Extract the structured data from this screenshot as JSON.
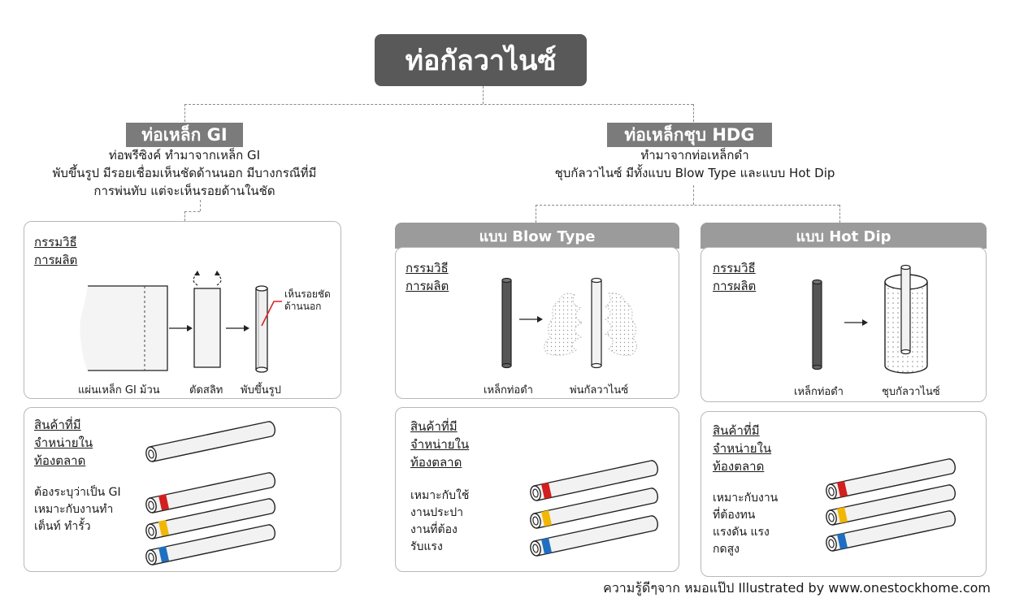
{
  "title": "ท่อกัลวาไนซ์",
  "gi": {
    "tag": "ท่อเหล็ก GI",
    "desc": [
      "ท่อพรีซิงค์ ทำมาจากเหล็ก GI",
      "พับขึ้นรูป มีรอยเชื่อมเห็นชัดด้านนอก มีบางกรณีที่มี",
      "การพ่นทับ แต่จะเห็นรอยด้านในชัด"
    ],
    "process_label": [
      "กรรมวิธี",
      "การผลิต"
    ],
    "process_captions": [
      "แผ่นเหล็ก GI ม้วน",
      "ตัดสลิท",
      "พับขึ้นรูป"
    ],
    "callout": [
      "เห็นรอยชัด",
      "ด้านนอก"
    ],
    "products_label": [
      "สินค้าที่มี",
      "จำหน่ายใน",
      "ท้องตลาด"
    ],
    "products_note": [
      "ต้องระบุว่าเป็น GI",
      "เหมาะกับงานทำ",
      "เต็นท์ ทำรั้ว"
    ]
  },
  "hdg": {
    "tag": "ท่อเหล็กชุบ HDG",
    "desc": [
      "ทำมาจากท่อเหล็กดำ",
      "ชุบกัลวาไนซ์ มีทั้งแบบ Blow Type และแบบ Hot Dip"
    ]
  },
  "blow": {
    "header": "แบบ Blow Type",
    "process_label": [
      "กรรมวิธี",
      "การผลิต"
    ],
    "process_captions": [
      "เหล็กท่อดำ",
      "พ่นกัลวาไนซ์"
    ],
    "products_label": [
      "สินค้าที่มี",
      "จำหน่ายใน",
      "ท้องตลาด"
    ],
    "products_note": [
      "เหมาะกับใช้",
      "งานประปา",
      "งานที่ต้อง",
      "รับแรง"
    ]
  },
  "hotdip": {
    "header": "แบบ Hot Dip",
    "process_label": [
      "กรรมวิธี",
      "การผลิต"
    ],
    "process_captions": [
      "เหล็กท่อดำ",
      "ชุบกัลวาไนซ์"
    ],
    "products_label": [
      "สินค้าที่มี",
      "จำหน่ายใน",
      "ท้องตลาด"
    ],
    "products_note": [
      "เหมาะกับงาน",
      "ที่ต้องทน",
      "แรงดัน แรง",
      "กดสูง"
    ]
  },
  "footer": "ความรู้ดีๆจาก หมอแป๊ป Illustrated by www.onestockhome.com",
  "colors": {
    "title_bg": "#595959",
    "tag_bg": "#7b7b7b",
    "panel_head": "#9b9b9b",
    "stripe_red": "#d21f1f",
    "stripe_yellow": "#f2b705",
    "stripe_blue": "#1f6fc0",
    "callout": "#e02020"
  }
}
